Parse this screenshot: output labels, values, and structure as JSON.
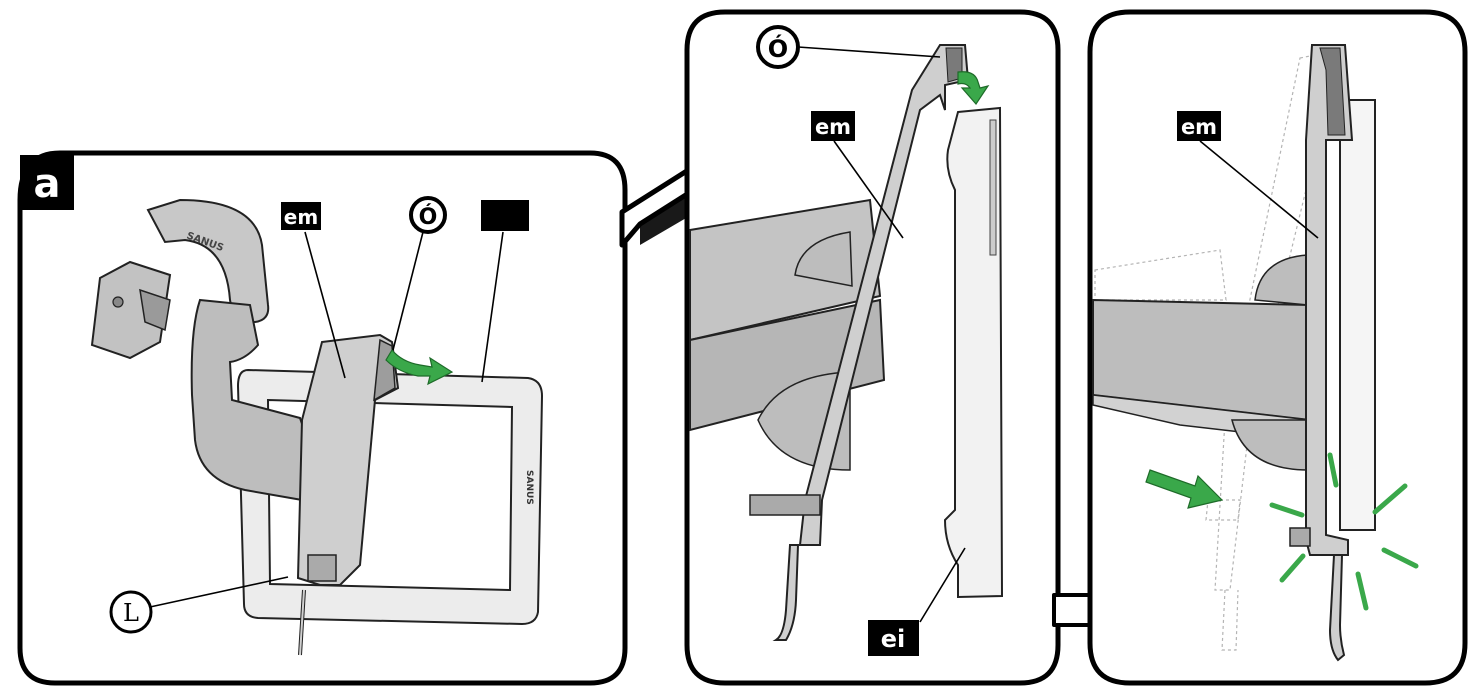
{
  "panel_left": {
    "step_label": "a",
    "bracket_label": "em",
    "hook_label": "Ó",
    "tv_label": "",
    "screw_label": "L",
    "brand_text": "SANUS"
  },
  "panel_middle": {
    "hook_label": "Ó",
    "bracket_label": "em",
    "plate_label": "ei"
  },
  "panel_right": {
    "bracket_label": "em"
  },
  "icons": {
    "lock": "lock-icon",
    "transition_arrow": "right-arrow-icon",
    "motion_arrow": "green-curved-arrow-icon"
  },
  "colors": {
    "outline": "#1a1a1a",
    "metal_fill": "#c6c6c6",
    "metal_light": "#e2e2e2",
    "accent_green": "#3aa84a",
    "panel_stroke": "#000000"
  }
}
